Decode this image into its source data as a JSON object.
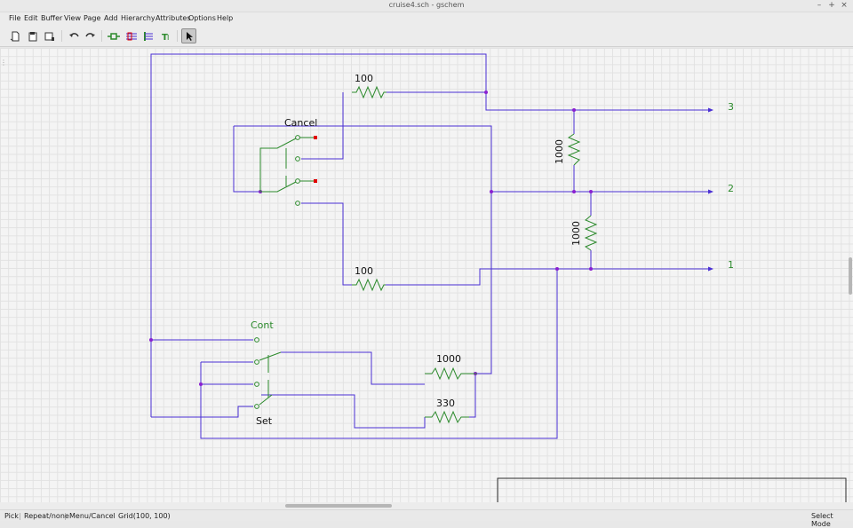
{
  "window": {
    "title": "cruise4.sch - gschem"
  },
  "menu": [
    "File",
    "Edit",
    "Buffer",
    "View",
    "Page",
    "Add",
    "Hierarchy",
    "Attributes",
    "Options",
    "Help"
  ],
  "toolbar": {
    "buttons": [
      "new-file",
      "open-file",
      "save-file",
      "undo",
      "redo",
      "add-component",
      "add-net",
      "add-bus",
      "add-text",
      "select-mode"
    ]
  },
  "schematic": {
    "colors": {
      "net": "#4a2fd4",
      "component": "#2c8a2c",
      "pin_end": "#e00000",
      "junction": "#8a1fd0",
      "text": "#111111",
      "label": "#2c8a2c"
    },
    "components": {
      "resistor_top": "100",
      "resistor_bottom": "100",
      "resistor_divider_upper": "1000",
      "resistor_divider_lower": "1000",
      "resistor_set_upper": "1000",
      "resistor_set_lower": "330"
    },
    "labels": {
      "cancel": "Cancel",
      "cont": "Cont",
      "set": "Set",
      "out3": "3",
      "out2": "2",
      "out1": "1"
    }
  },
  "status": {
    "pick": "Pick",
    "repeat": "Repeat/none",
    "menu": "Menu/Cancel",
    "grid": "Grid(100, 100)",
    "mode": "Select Mode"
  }
}
